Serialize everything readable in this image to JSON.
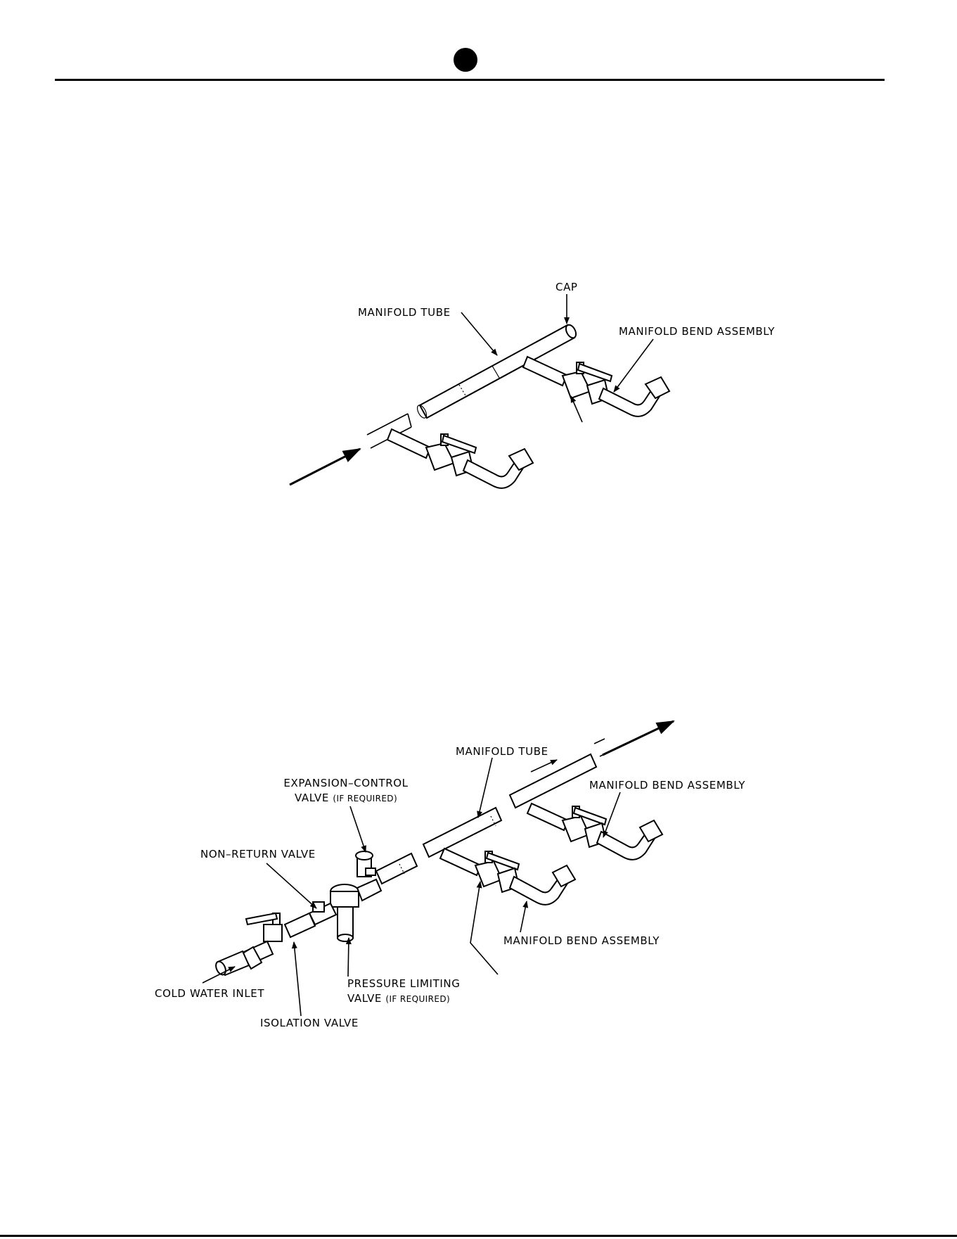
{
  "figure_top": {
    "labels": {
      "cap": "CAP",
      "manifold_tube": "MANIFOLD TUBE",
      "manifold_bend_assembly": "MANIFOLD BEND ASSEMBLY"
    }
  },
  "figure_bottom": {
    "labels": {
      "manifold_tube": "MANIFOLD TUBE",
      "expansion_control_valve_line1": "EXPANSION–CONTROL",
      "expansion_control_valve_line2": "VALVE",
      "expansion_control_valve_note": "(IF REQUIRED)",
      "manifold_bend_assembly_upper": "MANIFOLD BEND ASSEMBLY",
      "non_return_valve": "NON–RETURN VALVE",
      "manifold_bend_assembly_lower": "MANIFOLD BEND ASSEMBLY",
      "pressure_limiting_valve_line1": "PRESSURE LIMITING",
      "pressure_limiting_valve_line2": "VALVE",
      "pressure_limiting_valve_note": "(IF REQUIRED)",
      "cold_water_inlet": "COLD WATER INLET",
      "isolation_valve": "ISOLATION VALVE"
    }
  }
}
